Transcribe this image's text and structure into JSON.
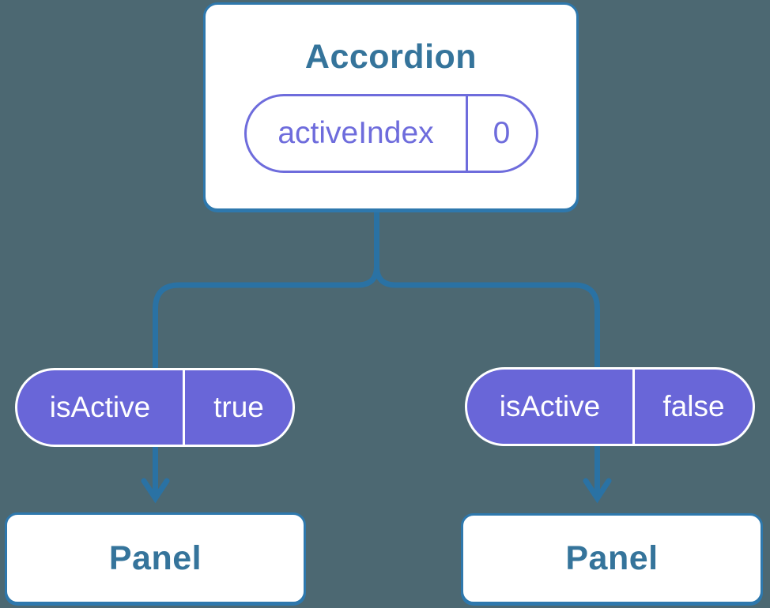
{
  "diagram": {
    "type": "component-tree",
    "description": "Accordion component passes isActive props derived from activeIndex state to two Panel children"
  },
  "colors": {
    "background": "#4c6872",
    "card_fill": "#ffffff",
    "card_border": "#2e78ad",
    "connector_line": "#2a72a4",
    "title_text": "#35749b",
    "state_pill_accent": "#6e6cdc",
    "prop_pill_fill": "#6966d8",
    "prop_pill_text": "#ffffff"
  },
  "accordion": {
    "title": "Accordion",
    "state_pill": {
      "name": "activeIndex",
      "value": "0"
    }
  },
  "prop_pills": [
    {
      "name": "isActive",
      "value": "true"
    },
    {
      "name": "isActive",
      "value": "false"
    }
  ],
  "panels": [
    {
      "title": "Panel"
    },
    {
      "title": "Panel"
    }
  ]
}
